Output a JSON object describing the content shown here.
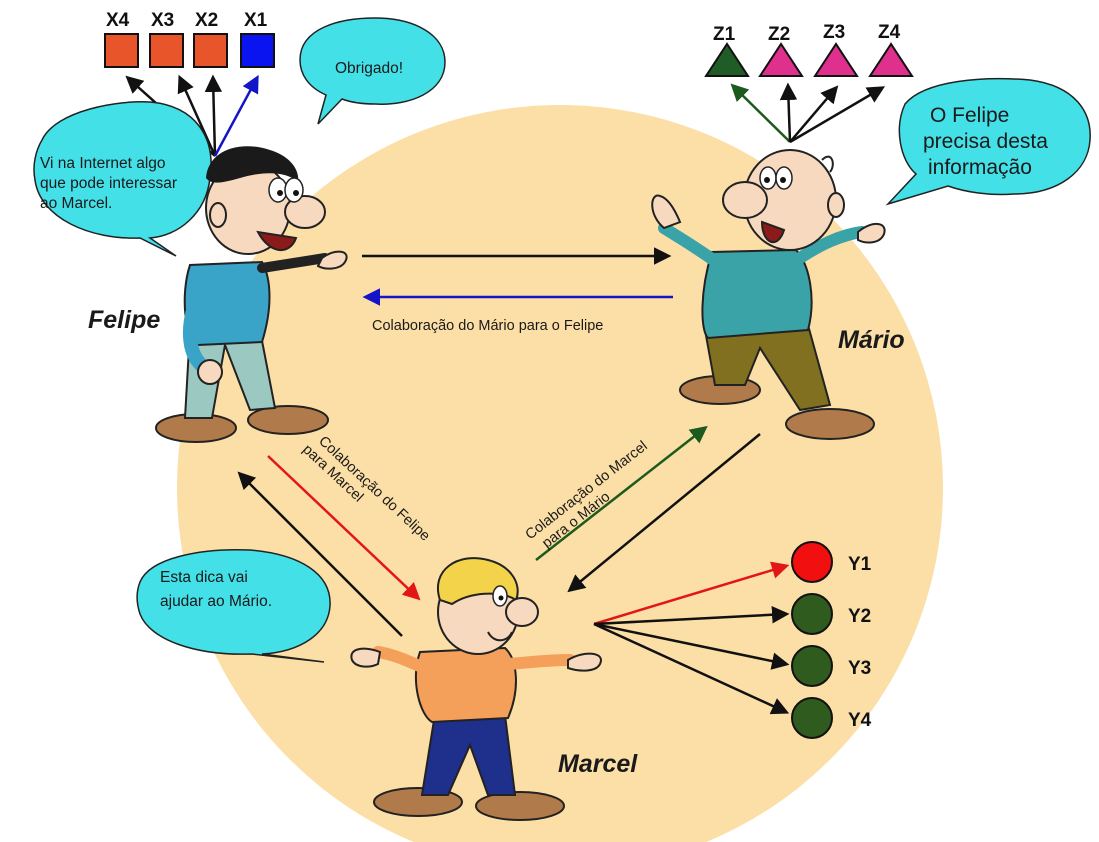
{
  "people": {
    "felipe": "Felipe",
    "mario": "Mário",
    "marcel": "Marcel"
  },
  "bubbles": {
    "obrigado": "Obrigado!",
    "felipe_lines": [
      "Vi na Internet algo",
      "que pode interessar",
      "ao Marcel."
    ],
    "mario_lines": [
      "O Felipe",
      "precisa desta",
      "informação"
    ],
    "marcel_lines": [
      "Esta dica vai",
      "ajudar ao Mário."
    ]
  },
  "arrow_labels": {
    "mario_to_felipe": "Colaboração do Mário para o Felipe",
    "felipe_to_marcel": [
      "Colaboração do Felipe",
      "para Marcel"
    ],
    "marcel_to_mario": [
      "Colaboração do Marcel",
      "para o Mário"
    ]
  },
  "felipe_items": [
    "X4",
    "X3",
    "X2",
    "X1"
  ],
  "mario_items": [
    "Z1",
    "Z2",
    "Z3",
    "Z4"
  ],
  "marcel_items": [
    "Y1",
    "Y2",
    "Y3",
    "Y4"
  ],
  "colors": {
    "circle": "#fbdfa6",
    "bubble": "#43e0e8",
    "x_orange": "#e8552a",
    "x_blue": "#0a14f0",
    "z_dark_green": "#1f5c26",
    "z_pink": "#e0308e",
    "y_red": "#f20f0f",
    "y_green": "#2f5b1e",
    "arrow_blue": "#1414c8",
    "arrow_red": "#e31616",
    "arrow_green": "#1d5a1d"
  }
}
